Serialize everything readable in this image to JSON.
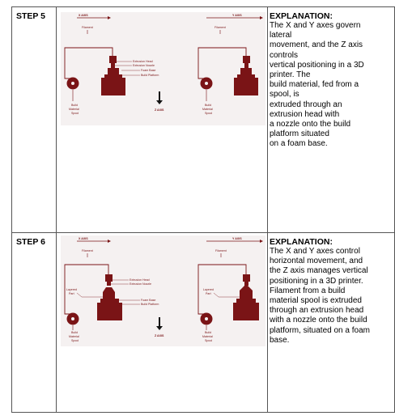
{
  "steps": [
    {
      "label": "STEP 5",
      "figure": {
        "x_axis": "X AXIS",
        "y_axis": "Y AXIS",
        "z_axis": "Z AXIS",
        "filament": "Filament",
        "extrusion_head": "Extrusion Head",
        "extrusion_nozzle": "Extrusion Nozzle",
        "foam_base": "Foam Base",
        "build_platform": "Build Platform",
        "spool": [
          "Build",
          "Material",
          "Spool"
        ]
      },
      "explanation_title": "EXPLANATION:",
      "explanation_lines": [
        "The X and Y axes govern",
        "lateral",
        "movement, and the Z axis",
        "controls",
        "vertical positioning in a 3D",
        "printer. The",
        "build material, fed from a",
        "spool, is",
        "extruded through an",
        "extrusion head with",
        "a nozzle onto the build",
        "platform situated",
        "on a foam base."
      ]
    },
    {
      "label": "STEP 6",
      "figure": {
        "x_axis": "X AXIS",
        "y_axis": "Y AXIS",
        "z_axis": "Z AXIS",
        "filament": "Filament",
        "extrusion_head": "Extrusion Head",
        "extrusion_nozzle": "Extrusion Nozzle",
        "foam_base": "Foam Base",
        "build_platform": "Build Platform",
        "layered_part": [
          "Layered",
          "Part"
        ],
        "spool": [
          "Build",
          "Material",
          "Spool"
        ]
      },
      "explanation_title": "EXPLANATION:",
      "explanation_lines": [
        "The X and Y axes control",
        "horizontal movement, and",
        "the Z axis manages vertical",
        "positioning in a 3D printer.",
        "Filament from a build",
        "material spool is extruded",
        "through an extrusion head",
        "with a nozzle onto the build",
        "platform, situated on a foam",
        "base."
      ]
    }
  ],
  "colors": {
    "diagram": "#7a1416",
    "panel": "#f5f1f1",
    "border": "#555555"
  }
}
